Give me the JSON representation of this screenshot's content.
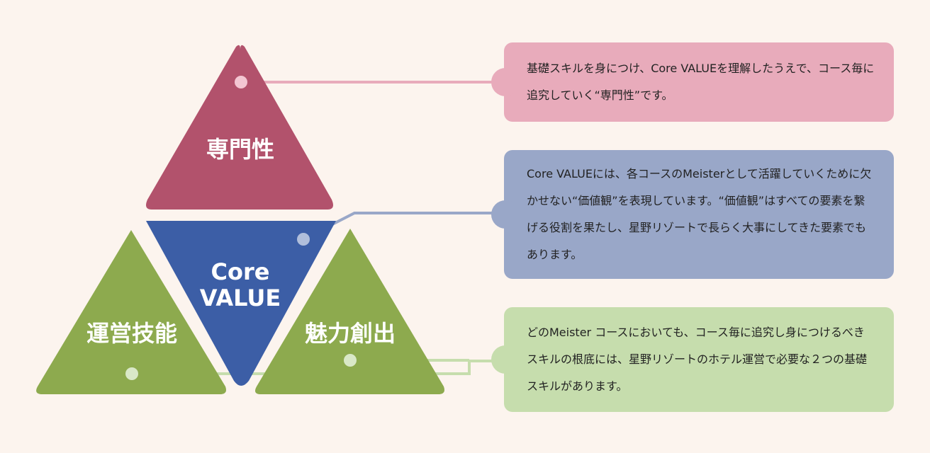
{
  "diagram": {
    "top": {
      "label": "専門性",
      "color": "#b2526c"
    },
    "center": {
      "label_line1": "Core",
      "label_line2": "VALUE",
      "color": "#3c5ea6"
    },
    "bottom_left": {
      "label": "運営技能",
      "color": "#8daa4e"
    },
    "bottom_right": {
      "label": "魅力創出",
      "color": "#8daa4e"
    },
    "background": "#fcf4ee"
  },
  "cards": [
    {
      "text": "基礎スキルを身につけ、Core VALUEを理解したうえで、コース毎に追究していく“専門性”です。",
      "color": "#e8abbb",
      "line_color": "#e8abbb"
    },
    {
      "text": "Core VALUEには、各コースのMeisterとして活躍していくために欠かせない“価値観”を表現しています。“価値観”はすべての要素を繋げる役割を果たし、星野リゾートで長らく大事にしてきた要素でもあります。",
      "color": "#99a7c8",
      "line_color": "#99a7c8"
    },
    {
      "text": "どのMeister コースにおいても、コース毎に追究し身につけるべきスキルの根底には、星野リゾートのホテル運営で必要な２つの基礎スキルがあります。",
      "color": "#c6ddad",
      "line_color": "#c6ddad"
    }
  ]
}
